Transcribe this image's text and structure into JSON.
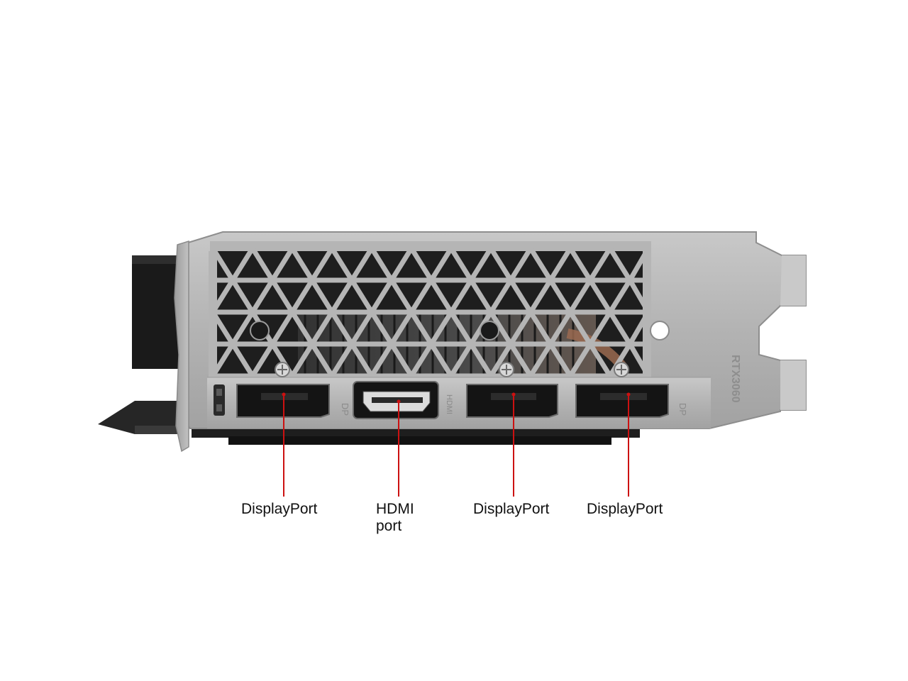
{
  "labels": {
    "dp1": "DisplayPort",
    "hdmi_line1": "HDMI",
    "hdmi_line2": "port",
    "dp2": "DisplayPort",
    "dp3": "DisplayPort"
  },
  "bracket_text": {
    "model": "RTX3060",
    "dp_marks": [
      "DP",
      "DP"
    ],
    "hdmi_mark": "HDMI"
  },
  "colors": {
    "leader_line": "#cc1111",
    "bracket": "#b4b4b4",
    "bracket_dark": "#8e8e8e",
    "vent": "#1e1e1e",
    "port_body": "#141414"
  },
  "icons": [
    "screw-icon",
    "mounting-hole-icon",
    "dvi-mark-icon"
  ]
}
